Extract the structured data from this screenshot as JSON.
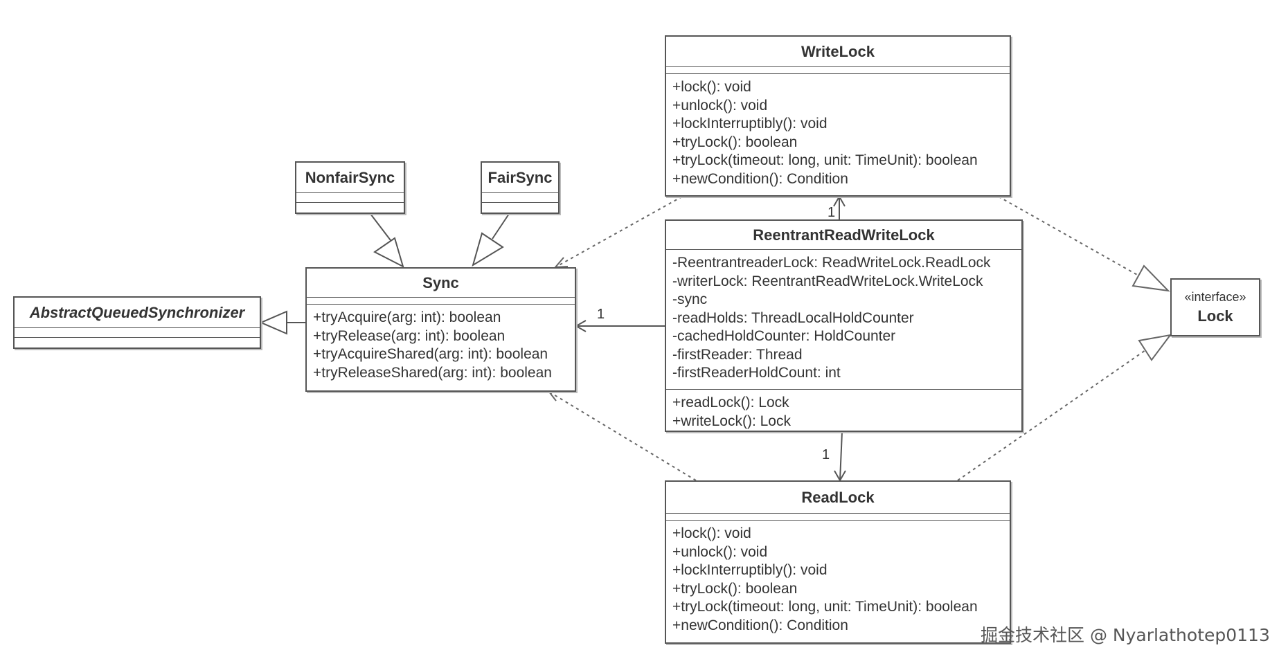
{
  "classes": {
    "write_lock": {
      "name": "WriteLock",
      "methods": [
        "+lock(): void",
        "+unlock(): void",
        "+lockInterruptibly(): void",
        "+tryLock(): boolean",
        "+tryLock(timeout: long, unit: TimeUnit): boolean",
        "+newCondition(): Condition"
      ]
    },
    "read_lock": {
      "name": "ReadLock",
      "methods": [
        "+lock(): void",
        "+unlock(): void",
        "+lockInterruptibly(): void",
        "+tryLock(): boolean",
        "+tryLock(timeout: long, unit: TimeUnit): boolean",
        "+newCondition(): Condition"
      ]
    },
    "reentrant_rw_lock": {
      "name": "ReentrantReadWriteLock",
      "fields": [
        "-ReentrantreaderLock: ReadWriteLock.ReadLock",
        "-writerLock: ReentrantReadWriteLock.WriteLock",
        "-sync",
        "-readHolds: ThreadLocalHoldCounter",
        "-cachedHoldCounter: HoldCounter",
        "-firstReader: Thread",
        "-firstReaderHoldCount: int"
      ],
      "methods": [
        "+readLock(): Lock",
        "+writeLock(): Lock"
      ]
    },
    "sync": {
      "name": "Sync",
      "methods": [
        "+tryAcquire(arg: int): boolean",
        "+tryRelease(arg: int): boolean",
        "+tryAcquireShared(arg: int): boolean",
        "+tryReleaseShared(arg: int): boolean"
      ]
    },
    "nonfair_sync": {
      "name": "NonfairSync"
    },
    "fair_sync": {
      "name": "FairSync"
    },
    "aqs": {
      "name": "AbstractQueuedSynchronizer"
    },
    "lock_interface": {
      "stereotype": "«interface»",
      "name": "Lock"
    }
  },
  "multiplicities": {
    "to_write_lock": "1",
    "to_sync": "1",
    "to_read_lock": "1"
  },
  "watermark": "掘金技术社区 @ Nyarlathotep0113"
}
